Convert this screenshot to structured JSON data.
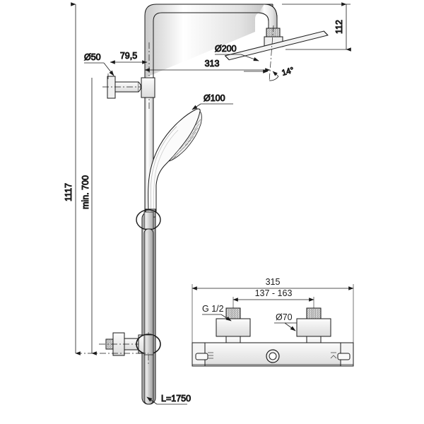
{
  "drawing": {
    "title": "Shower column technical drawing",
    "units": "mm",
    "line_color": "#1a1a1a",
    "fill_light": "#f2f2f2",
    "fill_mid": "#d8d8d8",
    "fill_dark": "#b9b9b9"
  },
  "dimensions": {
    "overall_height": "1117",
    "min_height": "min. 700",
    "bracket_offset": "79,5",
    "escutcheon_dia": "Ø50",
    "head_shower_dia": "Ø200",
    "head_projection": "313",
    "head_drop": "112",
    "head_angle": "14°",
    "hand_shower_dia": "Ø100",
    "hose_length": "L=1750",
    "valve_width": "315",
    "inlet_spacing": "137 - 163",
    "inlet_thread": "G 1/2",
    "inlet_escutcheon_dia": "Ø70"
  }
}
